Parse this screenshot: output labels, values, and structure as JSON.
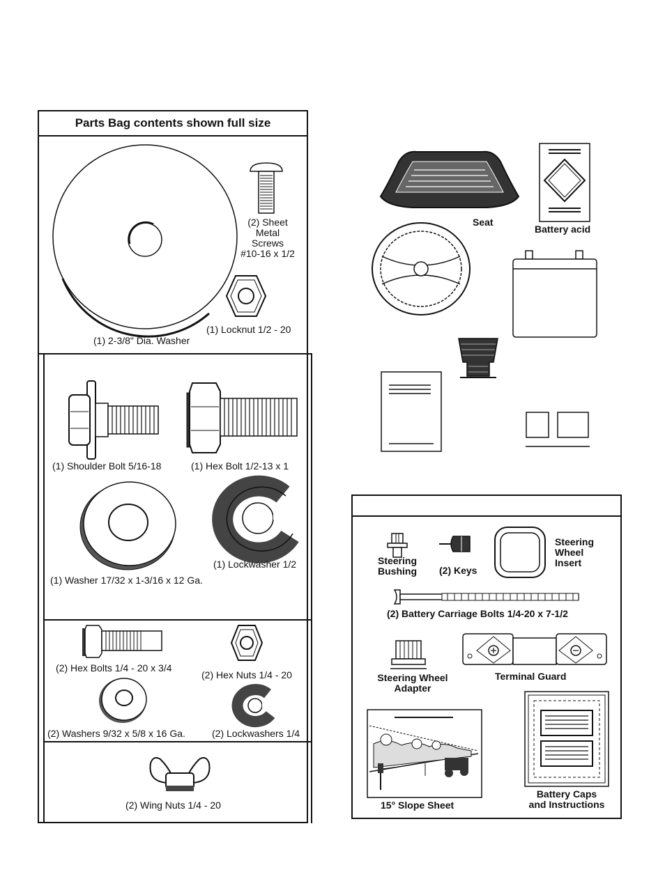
{
  "left_panel": {
    "title": "Parts Bag contents shown full size",
    "sections": {
      "s1": {
        "sheet_metal_screws": [
          "(2) Sheet",
          "Metal",
          "Screws",
          "#10-16 x 1/2"
        ],
        "locknut": "(1) Locknut  1/2 - 20",
        "large_washer": "(1) 2-3/8\" Dia. Washer"
      },
      "s2": {
        "shoulder_bolt": "(1) Shoulder Bolt  5/16-18",
        "hex_bolt": "(1) Hex Bolt  1/2-13 x 1",
        "lockwasher": "(1) Lockwasher  1/2",
        "washer": "(1) Washer  17/32 x 1-3/16 x 12 Ga."
      },
      "s3": {
        "hex_bolts": "(2) Hex Bolts  1/4 - 20 x 3/4",
        "hex_nuts": "(2) Hex Nuts  1/4 - 20",
        "washers": "(2) Washers  9/32  x 5/8 x 16 Ga.",
        "lockwashers": "(2) Lockwashers  1/4"
      },
      "s4": {
        "wing_nuts": "(2) Wing Nuts  1/4 - 20"
      }
    }
  },
  "loose_parts": {
    "seat": "Seat",
    "battery_acid": "Battery acid"
  },
  "right_panel": {
    "steering_bushing": [
      "Steering",
      "Bushing"
    ],
    "keys": "(2) Keys",
    "steering_wheel_insert": [
      "Steering",
      "Wheel",
      "Insert"
    ],
    "battery_carriage_bolts": "(2) Battery Carriage Bolts 1/4-20 x 7-1/2",
    "steering_wheel_adapter": [
      "Steering Wheel",
      "Adapter"
    ],
    "terminal_guard": "Terminal Guard",
    "slope_sheet": "15° Slope Sheet",
    "battery_caps": [
      "Battery Caps",
      "and Instructions"
    ]
  },
  "colors": {
    "ink": "#111111",
    "paper": "#ffffff",
    "shadow": "#555555"
  }
}
